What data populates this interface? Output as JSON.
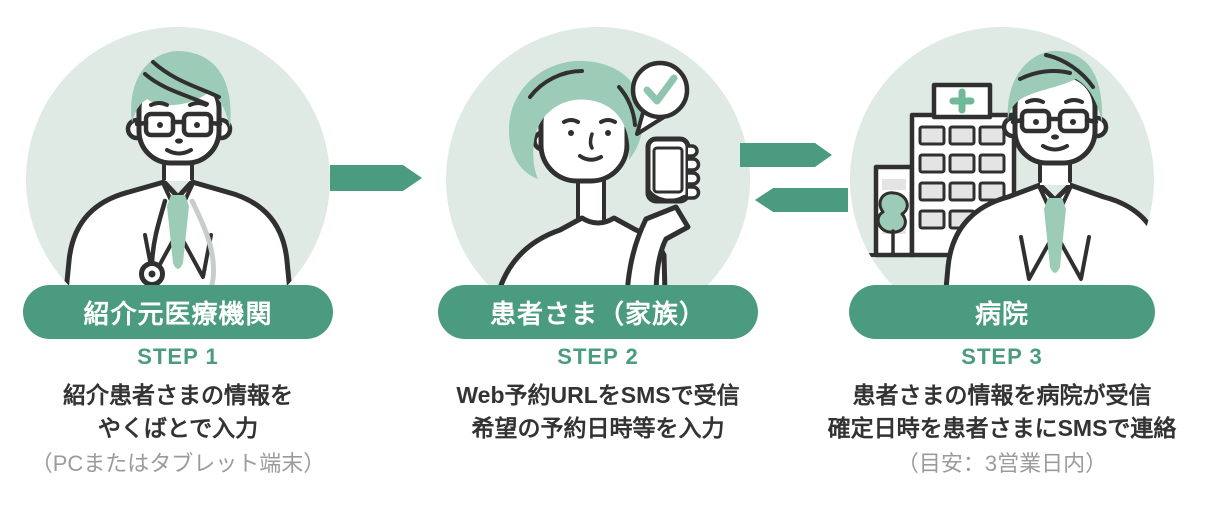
{
  "colors": {
    "accent_green": "#4A9B80",
    "circle_background": "#DFEAE4",
    "illustration_sage": "#9CCBB7",
    "body_text": "#333333",
    "note_gray": "#9B9B9B"
  },
  "steps": [
    {
      "actor": "紹介元医療機関",
      "step": "STEP 1",
      "line1": "紹介患者さまの情報を",
      "line2": "やくばとで入力",
      "note": "（PCまたはタブレット端末）",
      "illustration": "doctor-with-stethoscope"
    },
    {
      "actor": "患者さま（家族）",
      "step": "STEP 2",
      "line1": "Web予約URLをSMSで受信",
      "line2": "希望の予約日時等を入力",
      "note": "",
      "illustration": "patient-holding-smartphone-with-check-bubble"
    },
    {
      "actor": "病院",
      "step": "STEP 3",
      "line1": "患者さまの情報を病院が受信",
      "line2": "確定日時を患者さまにSMSで連絡",
      "note": "（目安：3営業日内）",
      "illustration": "doctor-in-front-of-hospital"
    }
  ],
  "arrows": [
    {
      "name": "step1-to-step2",
      "direction": "right"
    },
    {
      "name": "step2-to-step3",
      "direction": "right"
    },
    {
      "name": "step3-to-step2",
      "direction": "left"
    }
  ]
}
